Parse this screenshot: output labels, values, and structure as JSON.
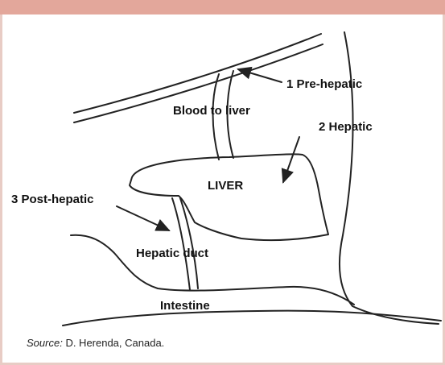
{
  "diagram": {
    "labels": {
      "pre_hepatic": "1 Pre-hepatic",
      "blood_to_liver": "Blood to liver",
      "hepatic": "2 Hepatic",
      "liver": "LIVER",
      "post_hepatic": "3 Post-hepatic",
      "hepatic_duct": "Hepatic duct",
      "intestine": "Intestine"
    }
  },
  "source": {
    "key": "Source:",
    "text": "D. Herenda, Canada."
  },
  "colors": {
    "header_bar": "#e3a79b",
    "frame_border": "#e8ccc5",
    "line": "#222222"
  }
}
